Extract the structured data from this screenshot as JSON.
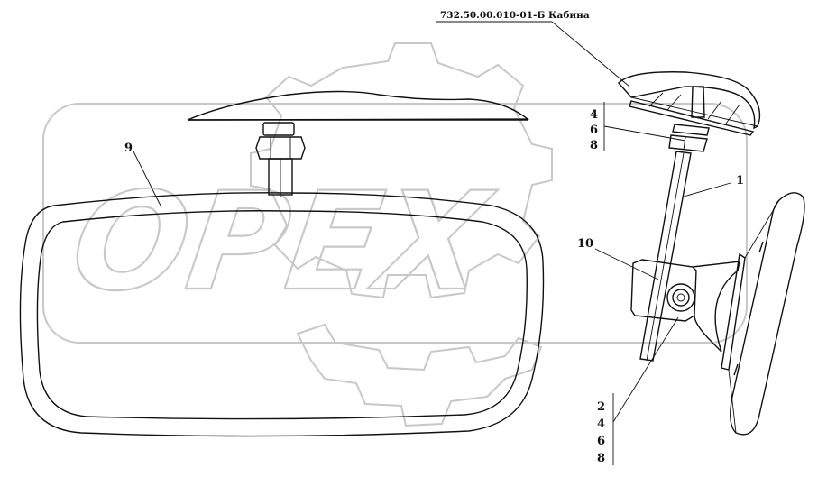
{
  "diagram": {
    "reference_label": "732.50.00.010-01-Б Кабина",
    "watermark_text": "OPEX",
    "callouts": [
      {
        "id": "c1",
        "text": "1"
      },
      {
        "id": "c9",
        "text": "9"
      },
      {
        "id": "c10",
        "text": "10"
      }
    ],
    "stack_upper": [
      "4",
      "6",
      "8"
    ],
    "stack_lower": [
      "2",
      "4",
      "6",
      "8"
    ],
    "colors": {
      "line": "#111111",
      "watermark": "#c8c8c8",
      "background": "#ffffff"
    }
  }
}
